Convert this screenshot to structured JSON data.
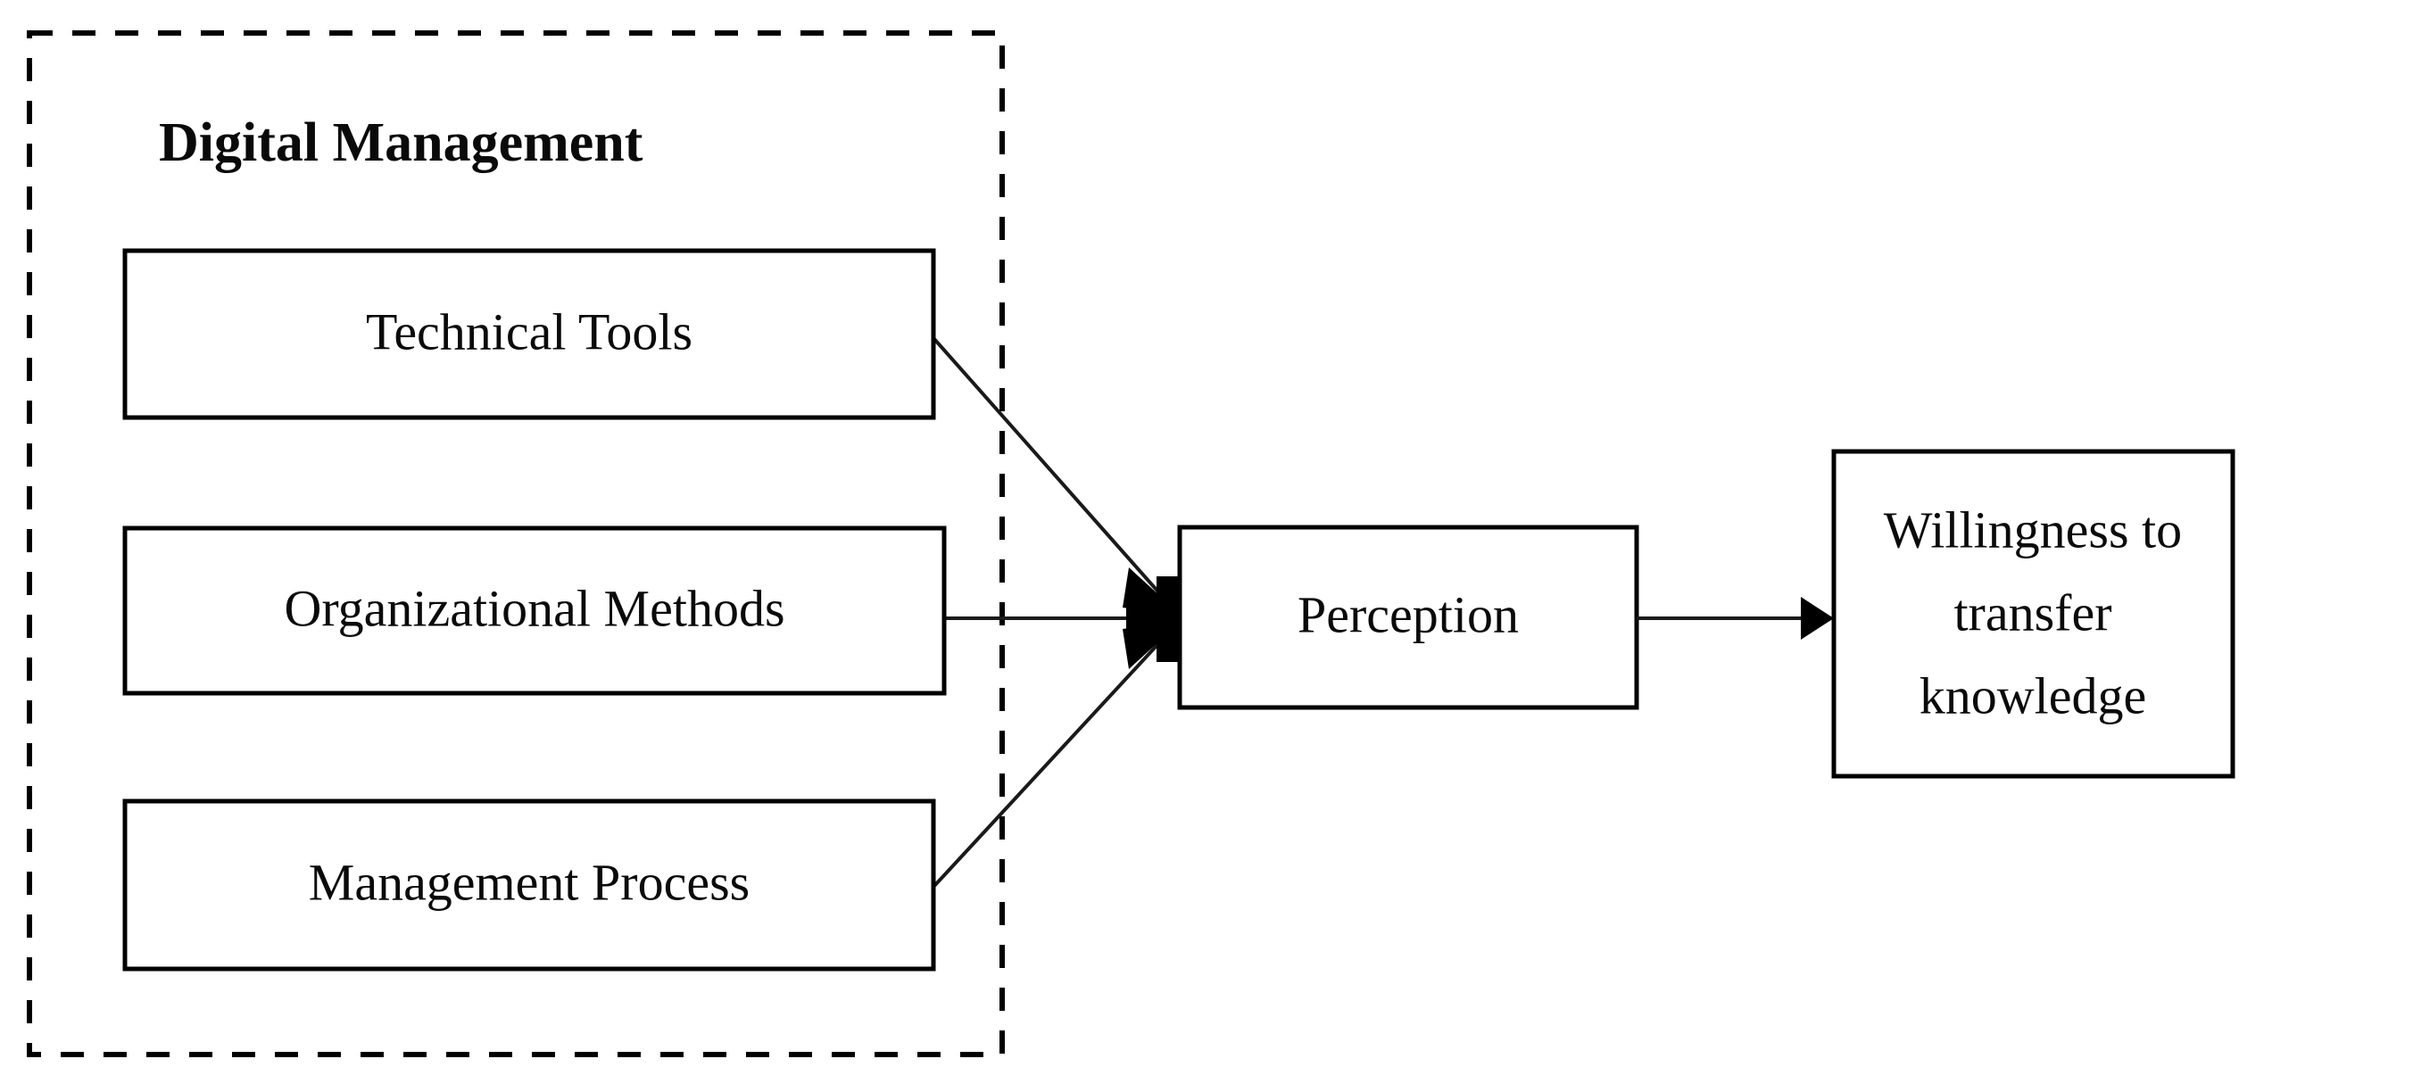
{
  "diagram": {
    "title": "Digital Management",
    "group": {
      "label": "Digital Management",
      "style": "dashed-border",
      "items": [
        {
          "id": "technical-tools",
          "label": "Technical Tools"
        },
        {
          "id": "organizational-methods",
          "label": "Organizational Methods"
        },
        {
          "id": "management-process",
          "label": "Management Process"
        }
      ]
    },
    "nodes": [
      {
        "id": "perception",
        "label": "Perception",
        "lines": [
          "Perception"
        ]
      },
      {
        "id": "willingness-to-transfer-knowledge",
        "label": "Willingness to transfer knowledge",
        "lines": [
          "Willingness to",
          "transfer",
          "knowledge"
        ]
      }
    ],
    "edges": [
      {
        "from": "technical-tools",
        "to": "perception",
        "style": "arrow"
      },
      {
        "from": "organizational-methods",
        "to": "perception",
        "style": "arrow"
      },
      {
        "from": "management-process",
        "to": "perception",
        "style": "arrow"
      },
      {
        "from": "perception",
        "to": "willingness-to-transfer-knowledge",
        "style": "arrow"
      }
    ],
    "colors": {
      "stroke": "#000000",
      "fill": "#ffffff",
      "text": "#0a0a0a"
    }
  }
}
